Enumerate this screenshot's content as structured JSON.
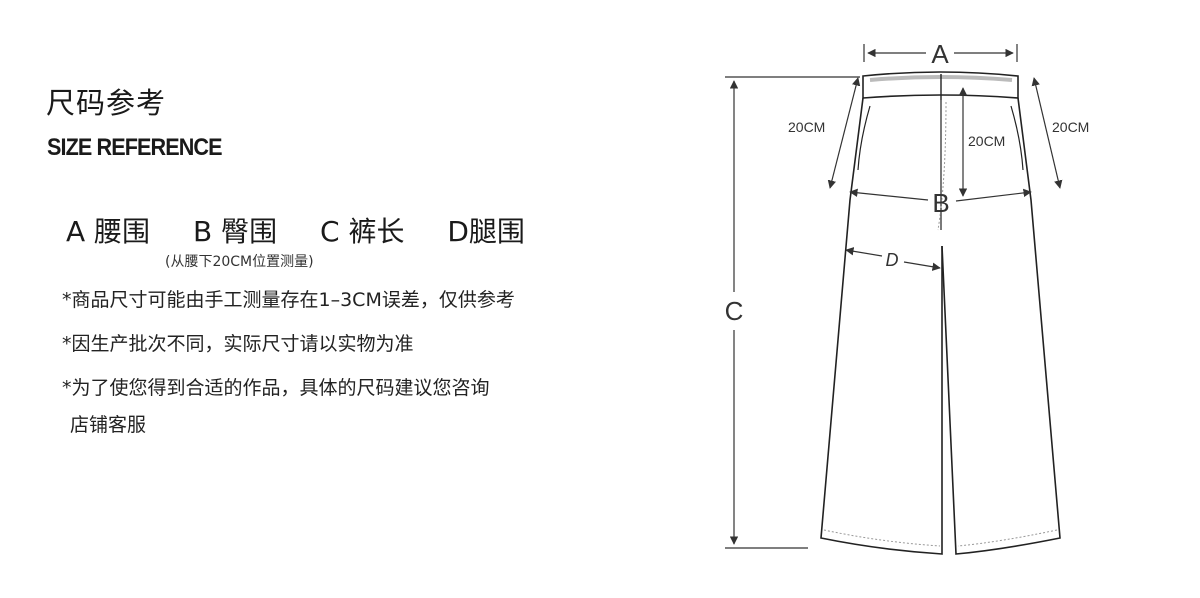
{
  "heading": {
    "title_cn": "尺码参考",
    "title_en": "SIZE REFERENCE"
  },
  "legend": {
    "a": "A 腰围",
    "b": "B 臀围",
    "c": "C 裤长",
    "d": "D腿围",
    "sub_note": "(从腰下20CM位置测量)"
  },
  "notes": {
    "line1": "*商品尺寸可能由手工测量存在1–3CM误差，仅供参考",
    "line2": "*因生产批次不同，实际尺寸请以实物为准",
    "line3": "*为了使您得到合适的作品，具体的尺码建议您咨询",
    "line3_cont": "店铺客服"
  },
  "diagram": {
    "label_a": "A",
    "label_b": "B",
    "label_c": "C",
    "label_d": "D",
    "measure_left": "20CM",
    "measure_center": "20CM",
    "measure_right": "20CM"
  }
}
